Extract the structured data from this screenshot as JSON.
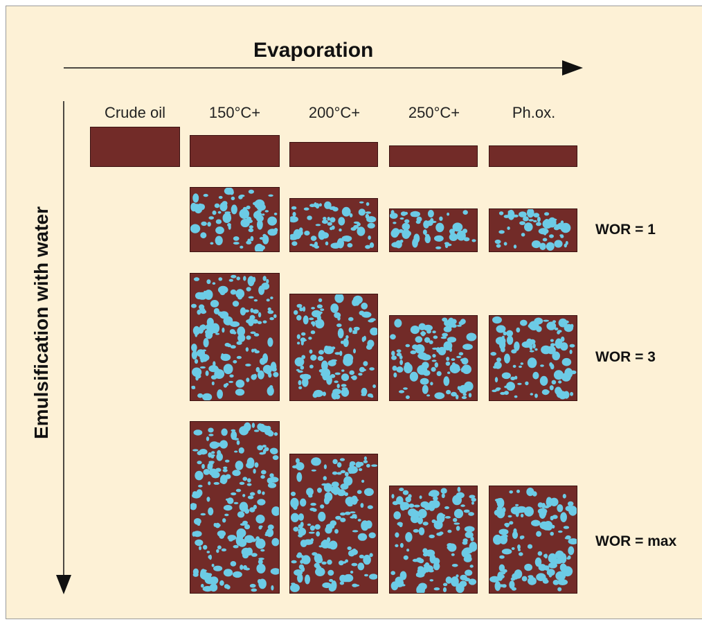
{
  "title_horizontal": "Evaporation",
  "title_vertical": "Emulsification with water",
  "columns": [
    "Crude oil",
    "150°C+",
    "200°C+",
    "250°C+",
    "Ph.ox."
  ],
  "rows": [
    "WOR = 1",
    "WOR = 3",
    "WOR = max"
  ],
  "colors": {
    "background": "#fdf1d6",
    "oil": "#722b28",
    "water_droplet": "#6ccbe6"
  }
}
